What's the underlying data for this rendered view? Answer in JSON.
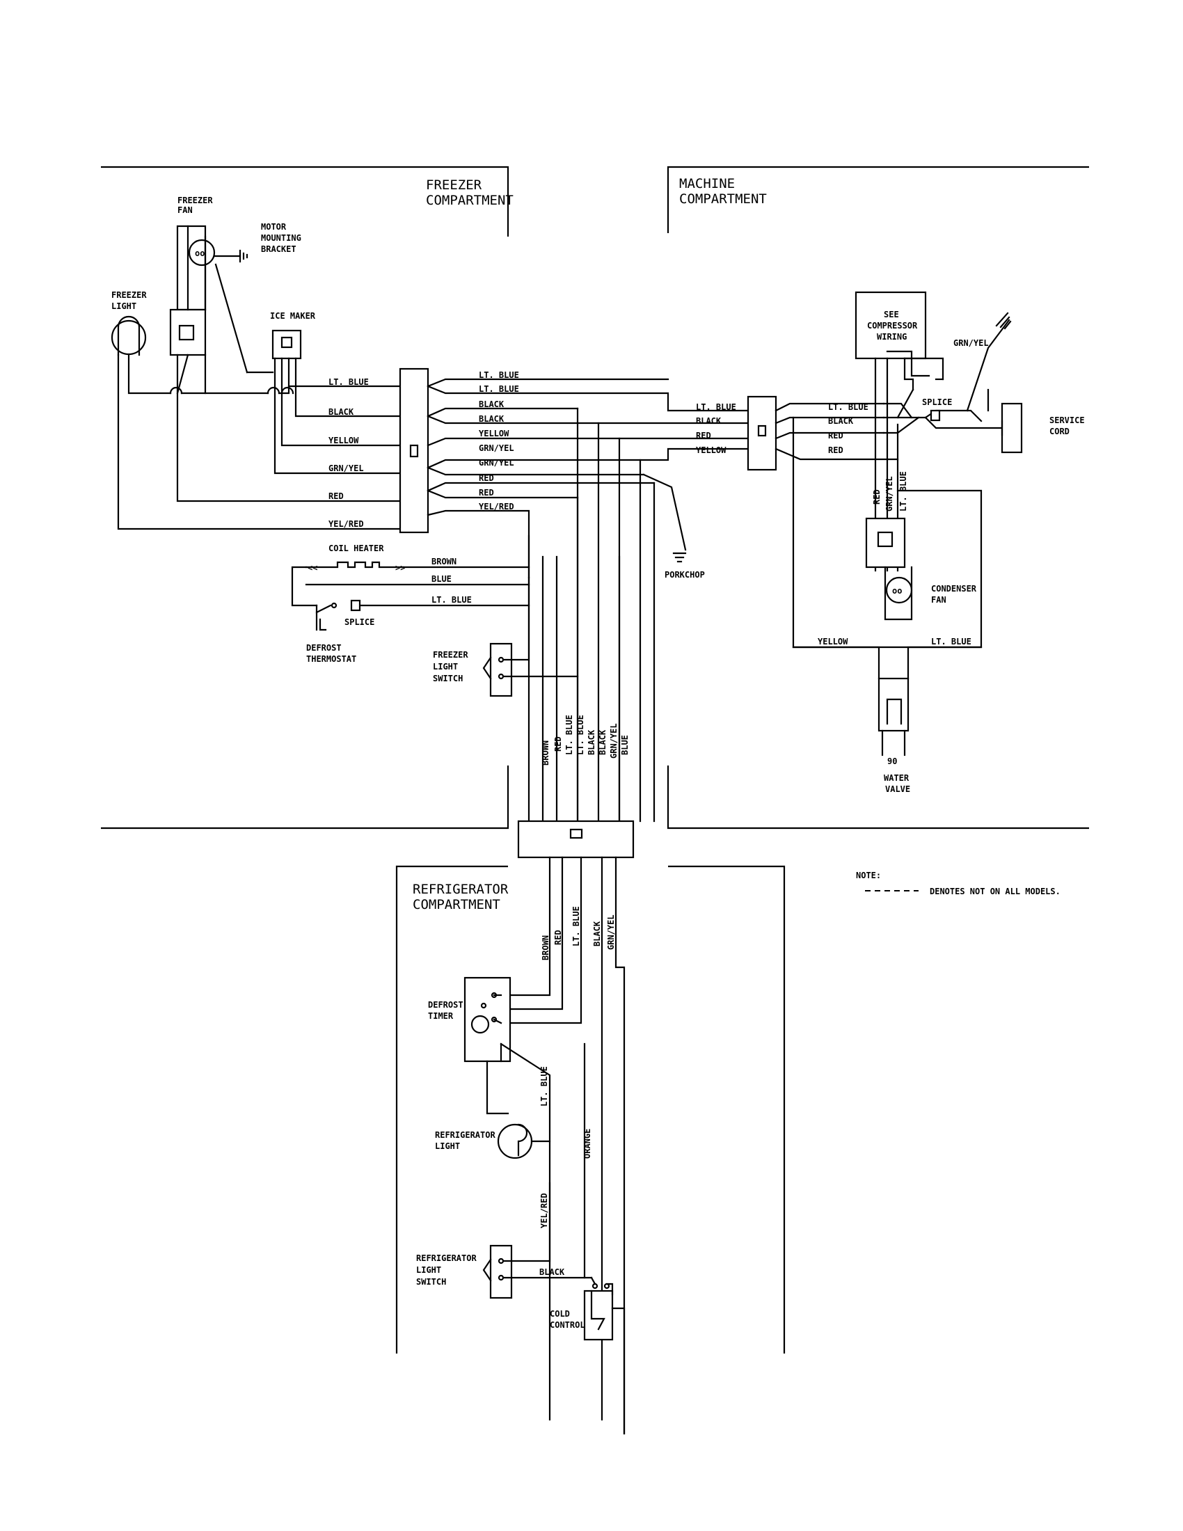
{
  "sections": {
    "freezer": [
      "FREEZER",
      "COMPARTMENT"
    ],
    "machine": [
      "MACHINE",
      "COMPARTMENT"
    ],
    "refrigerator": [
      "REFRIGERATOR",
      "COMPARTMENT"
    ]
  },
  "components": {
    "freezer_fan": [
      "FREEZER",
      "FAN"
    ],
    "motor_mounting_bracket": [
      "MOTOR",
      "MOUNTING",
      "BRACKET"
    ],
    "freezer_light": [
      "FREEZER",
      "LIGHT"
    ],
    "ice_maker": "ICE MAKER",
    "coil_heater": "COIL HEATER",
    "splice_defrost": "SPLICE",
    "defrost_thermostat": [
      "DEFROST",
      "THERMOSTAT"
    ],
    "freezer_light_switch": [
      "FREEZER",
      "LIGHT",
      "SWITCH"
    ],
    "porkchop": "PORKCHOP",
    "compressor_wiring": [
      "SEE",
      "COMPRESSOR",
      "WIRING"
    ],
    "splice_machine": "SPLICE",
    "service_cord": [
      "SERVICE",
      "CORD"
    ],
    "condenser_fan": [
      "CONDENSER",
      "FAN"
    ],
    "water_valve": [
      "WATER",
      "VALVE"
    ],
    "defrost_timer": [
      "DEFROST",
      "TIMER"
    ],
    "refrigerator_light": [
      "REFRIGERATOR",
      "LIGHT"
    ],
    "refrigerator_light_switch": [
      "REFRIGERATOR",
      "LIGHT",
      "SWITCH"
    ],
    "cold_control": [
      "COLD",
      "CONTROL"
    ]
  },
  "wires": {
    "freezer_left": [
      "LT. BLUE",
      "BLACK",
      "YELLOW",
      "GRN/YEL",
      "RED",
      "YEL/RED"
    ],
    "freezer_right": [
      "LT. BLUE",
      "LT. BLUE",
      "BLACK",
      "BLACK",
      "YELLOW",
      "GRN/YEL",
      "GRN/YEL",
      "RED",
      "RED",
      "YEL/RED"
    ],
    "machine_left": [
      "LT. BLUE",
      "BLACK",
      "RED",
      "YELLOW"
    ],
    "machine_right": [
      "LT. BLUE",
      "BLACK",
      "RED",
      "RED"
    ],
    "grn_yel_top": "GRN/YEL",
    "condenser_vertical": [
      "RED",
      "GRN/YEL",
      "LT. BLUE"
    ],
    "heater": [
      "BROWN",
      "BLUE",
      "LT. BLUE"
    ],
    "valve": [
      "YELLOW",
      "LT. BLUE"
    ],
    "trunk_upper": [
      "BROWN",
      "RED",
      "LT. BLUE",
      "LT. BLUE",
      "BLACK",
      "BLACK",
      "GRN/YEL",
      "BLUE"
    ],
    "trunk_lower": [
      "BROWN",
      "RED",
      "LT. BLUE",
      "BLACK",
      "GRN/YEL"
    ],
    "refrig_lt_blue": "LT. BLUE",
    "refrig_orange": "ORANGE",
    "refrig_yel_red": "YEL/RED",
    "refrig_black": "BLACK",
    "water_valve_mark": "90"
  },
  "note": {
    "label": "NOTE:",
    "dash_text": "DENOTES NOT ON ALL MODELS."
  }
}
